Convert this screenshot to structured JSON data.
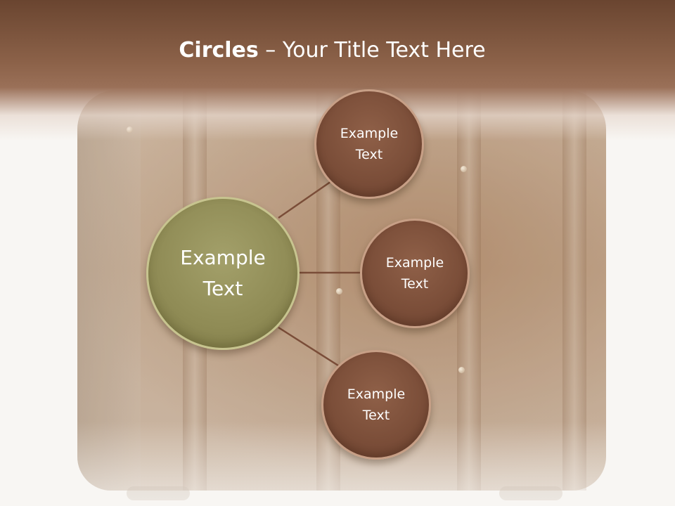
{
  "title": {
    "bold": "Circles",
    "rest": " – Your Title Text Here"
  },
  "diagram": {
    "center": {
      "label": "Example Text"
    },
    "satellites": [
      {
        "label": "Example Text"
      },
      {
        "label": "Example Text"
      },
      {
        "label": "Example Text"
      }
    ]
  },
  "colors": {
    "header": "#6a4530",
    "center_fill": "#8f8b55",
    "satellite_fill": "#7a4d38",
    "connector": "#7a4d38"
  }
}
